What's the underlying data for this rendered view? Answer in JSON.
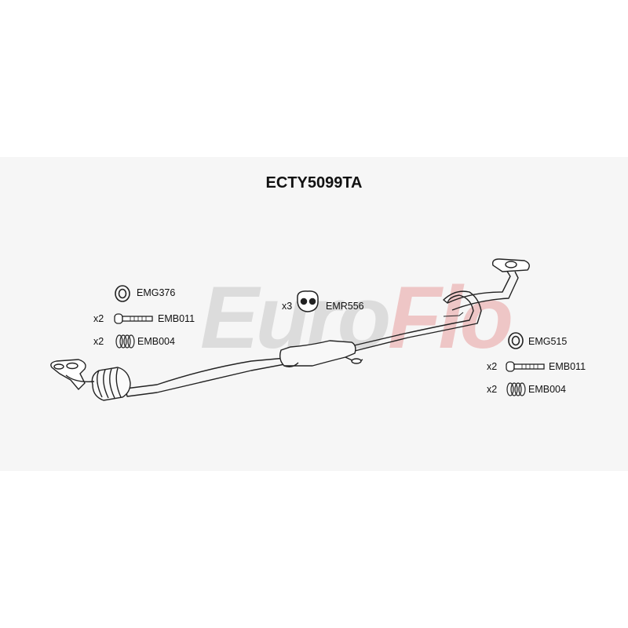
{
  "title": "ECTY5099TA",
  "watermark": {
    "part1": "Euro",
    "part2": "Flo",
    "color": "#c7c7c7",
    "accent": "#e8a0a0"
  },
  "colors": {
    "line": "#222222",
    "panel": "#f6f6f6"
  },
  "parts": {
    "left_gasket": {
      "code": "EMG376",
      "icon": "gasket-icon"
    },
    "left_bolt": {
      "qty": "x2",
      "code": "EMB011",
      "icon": "bolt-icon"
    },
    "left_spring": {
      "qty": "x2",
      "code": "EMB004",
      "icon": "spring-icon"
    },
    "rubber": {
      "qty": "x3",
      "code": "EMR556",
      "icon": "rubber-mount-icon"
    },
    "right_gasket": {
      "code": "EMG515",
      "icon": "gasket-icon"
    },
    "right_bolt": {
      "qty": "x2",
      "code": "EMB011",
      "icon": "bolt-icon"
    },
    "right_spring": {
      "qty": "x2",
      "code": "EMB004",
      "icon": "spring-icon"
    }
  }
}
